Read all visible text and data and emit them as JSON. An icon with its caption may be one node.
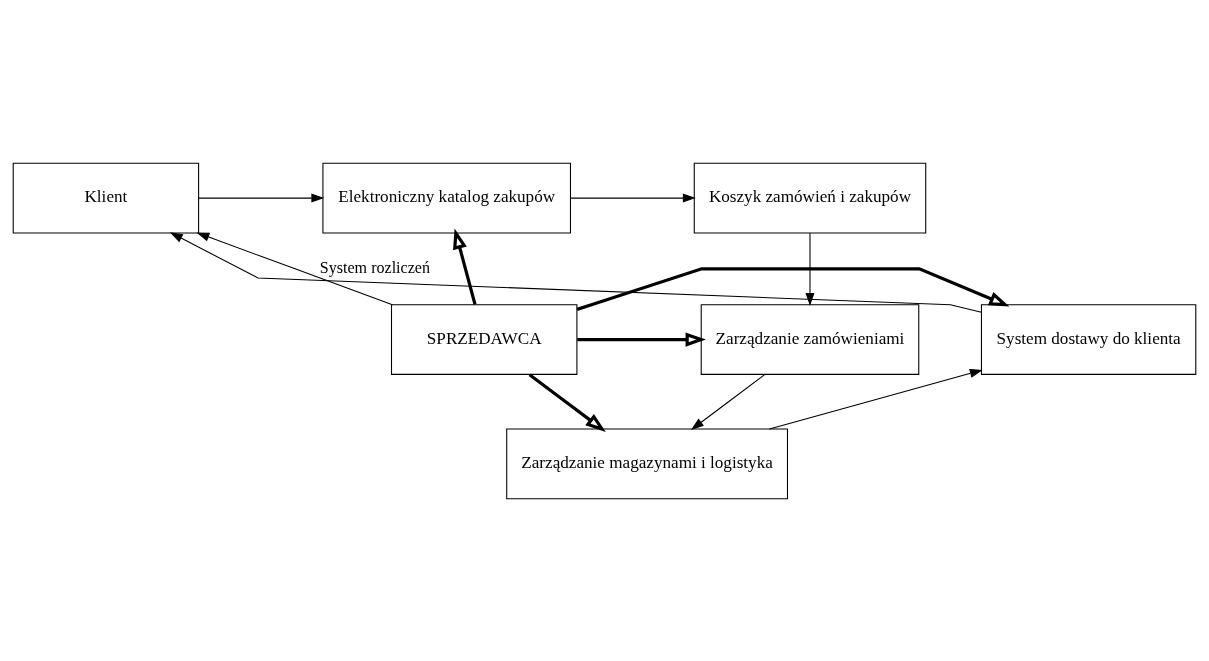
{
  "diagram": {
    "nodes": [
      {
        "text": [
          "Klient"
        ]
      },
      {
        "text": [
          "Elektroniczny katalog zakupów"
        ]
      },
      {
        "text": [
          "Koszyk zamówień i zakupów"
        ]
      },
      {
        "text": [
          "System dostawy do klienta"
        ]
      },
      {
        "text": [
          "SPRZEDAWCA"
        ]
      },
      {
        "text": [
          "Zarządzanie zamówieniami"
        ]
      },
      {
        "text": [
          "Zarządzanie magazynami i logistyka"
        ]
      }
    ],
    "edges": [
      {
        "from": 0,
        "to": 1,
        "arrow": "to"
      },
      {
        "from": 1,
        "to": 2,
        "arrow": "to"
      },
      {
        "from": 2,
        "to": 5,
        "arrow": "to"
      },
      {
        "from": 5,
        "to": 6,
        "arrow": "to"
      },
      {
        "from": 6,
        "to": 3,
        "arrow": "to"
      },
      {
        "from": 3,
        "to": 0,
        "arrow": "to"
      },
      {
        "from": 4,
        "to": 0,
        "arrow": "to",
        "label": "System rozliczeń"
      },
      {
        "from": 4,
        "to": 1,
        "arrow": "to",
        "style": "thick"
      },
      {
        "from": 4,
        "to": 3,
        "arrow": "to",
        "style": "thick"
      },
      {
        "from": 4,
        "to": 5,
        "arrow": "to",
        "style": "thick"
      },
      {
        "from": 4,
        "to": 6,
        "arrow": "to",
        "style": "thick"
      }
    ]
  }
}
